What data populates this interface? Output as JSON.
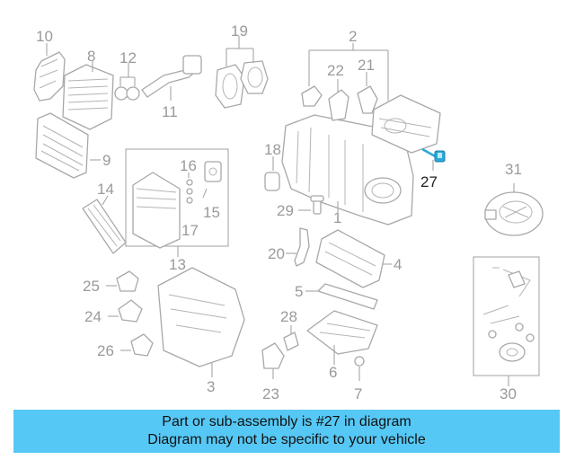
{
  "diagram": {
    "callouts": [
      {
        "id": "n1",
        "text": "1"
      },
      {
        "id": "n2",
        "text": "2"
      },
      {
        "id": "n3",
        "text": "3"
      },
      {
        "id": "n4",
        "text": "4"
      },
      {
        "id": "n5",
        "text": "5"
      },
      {
        "id": "n6",
        "text": "6"
      },
      {
        "id": "n7",
        "text": "7"
      },
      {
        "id": "n8",
        "text": "8"
      },
      {
        "id": "n9",
        "text": "9"
      },
      {
        "id": "n10",
        "text": "10"
      },
      {
        "id": "n11",
        "text": "11"
      },
      {
        "id": "n12",
        "text": "12"
      },
      {
        "id": "n13",
        "text": "13"
      },
      {
        "id": "n14",
        "text": "14"
      },
      {
        "id": "n15",
        "text": "15"
      },
      {
        "id": "n16",
        "text": "16"
      },
      {
        "id": "n17",
        "text": "17"
      },
      {
        "id": "n18",
        "text": "18"
      },
      {
        "id": "n19",
        "text": "19"
      },
      {
        "id": "n20",
        "text": "20"
      },
      {
        "id": "n21",
        "text": "21"
      },
      {
        "id": "n22",
        "text": "22"
      },
      {
        "id": "n23",
        "text": "23"
      },
      {
        "id": "n24",
        "text": "24"
      },
      {
        "id": "n25",
        "text": "25"
      },
      {
        "id": "n26",
        "text": "26"
      },
      {
        "id": "n27",
        "text": "27"
      },
      {
        "id": "n28",
        "text": "28"
      },
      {
        "id": "n29",
        "text": "29"
      },
      {
        "id": "n30",
        "text": "30"
      },
      {
        "id": "n31",
        "text": "31"
      }
    ],
    "highlight_part": "27",
    "highlight_color": "#2aa8d8",
    "line_color": "#a8a8a8"
  },
  "banner": {
    "line1": "Part or sub-assembly is #27 in diagram",
    "line2": "Diagram may not be specific to your vehicle",
    "background": "#56c8f5"
  }
}
